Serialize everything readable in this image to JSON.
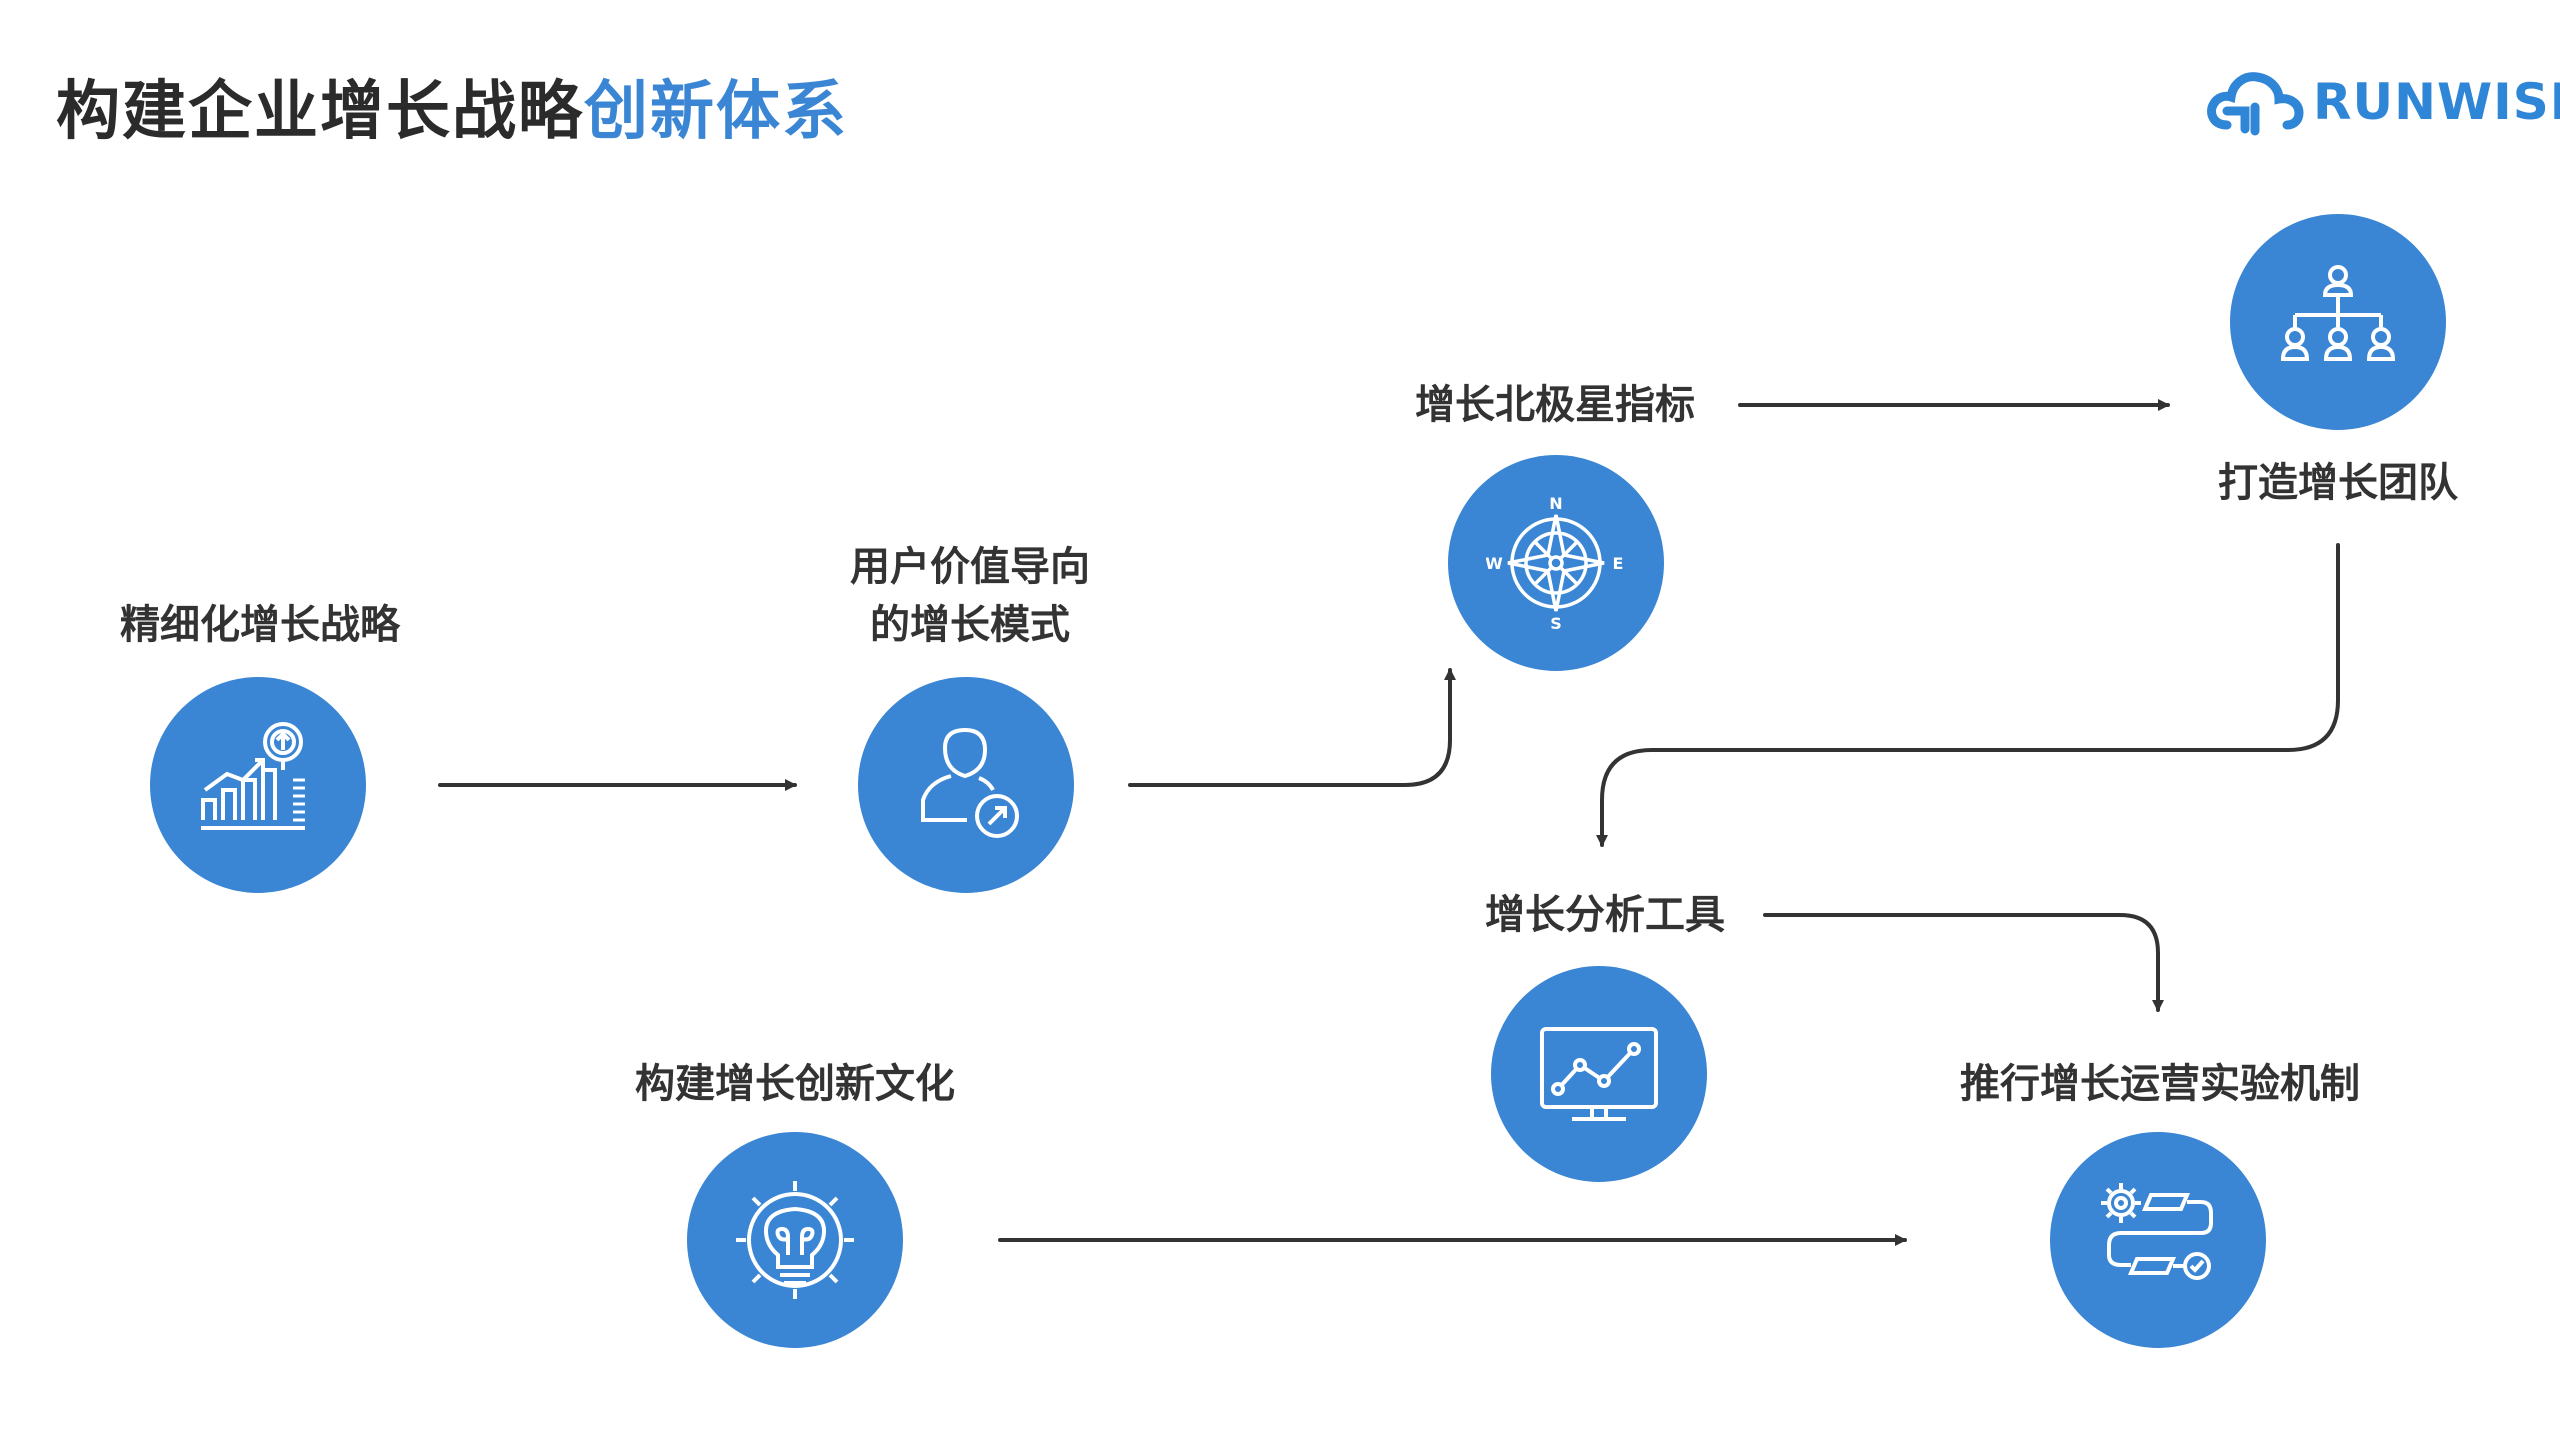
{
  "title": {
    "main": "构建企业增长战略",
    "accent": "创新体系"
  },
  "logo": {
    "text": "RUNWISE"
  },
  "nodes": [
    {
      "id": "refined",
      "label": [
        "精细化增长战略"
      ],
      "icon": "growth-chart-icon"
    },
    {
      "id": "user-value",
      "label": [
        "用户价值导向",
        "的增长模式"
      ],
      "icon": "user-share-icon"
    },
    {
      "id": "north-star",
      "label": [
        "增长北极星指标"
      ],
      "icon": "compass-icon"
    },
    {
      "id": "team",
      "label": [
        "打造增长团队"
      ],
      "icon": "org-chart-icon"
    },
    {
      "id": "tools",
      "label": [
        "增长分析工具"
      ],
      "icon": "monitor-line-chart-icon"
    },
    {
      "id": "experiment",
      "label": [
        "推行增长运营实验机制"
      ],
      "icon": "gear-flow-icon"
    },
    {
      "id": "culture",
      "label": [
        "构建增长创新文化"
      ],
      "icon": "lightbulb-gear-icon"
    }
  ],
  "compass_letters": {
    "n": "N",
    "s": "S",
    "e": "E",
    "w": "W"
  },
  "colors": {
    "accent": "#3a86d4",
    "text": "#333333",
    "line": "#333333"
  }
}
